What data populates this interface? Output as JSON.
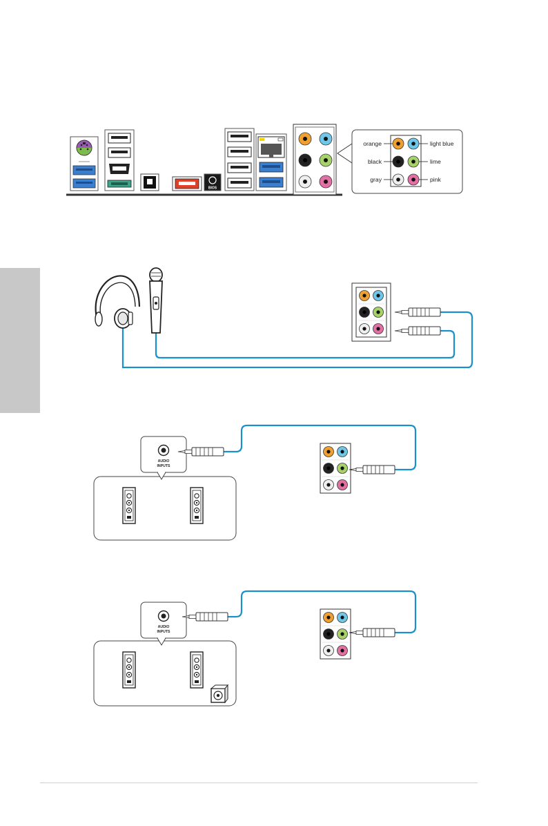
{
  "io_panel": {
    "bios_label": "BIOS",
    "jack_legend": {
      "left": [
        "orange",
        "black",
        "gray"
      ],
      "right": [
        "light blue",
        "lime",
        "pink"
      ]
    }
  },
  "speaker_setup_2ch": {
    "audio_inputs_line1": "AUDIO",
    "audio_inputs_line2": "INPUTS"
  },
  "speaker_setup_21ch": {
    "audio_inputs_line1": "AUDIO",
    "audio_inputs_line2": "INPUTS"
  },
  "colors": {
    "cable": "#1a8fc9",
    "orange": "#f0a030",
    "light_blue": "#6ec6e8",
    "black": "#222222",
    "lime": "#a6d26a",
    "gray": "#e8e8e8",
    "pink": "#e36fa5",
    "usb3": "#3b7fd0",
    "esata": "#e0402a",
    "ps2_purple": "#9b59b6",
    "ps2_green": "#7dbb4a",
    "hdmi_green": "#3aa58a"
  }
}
